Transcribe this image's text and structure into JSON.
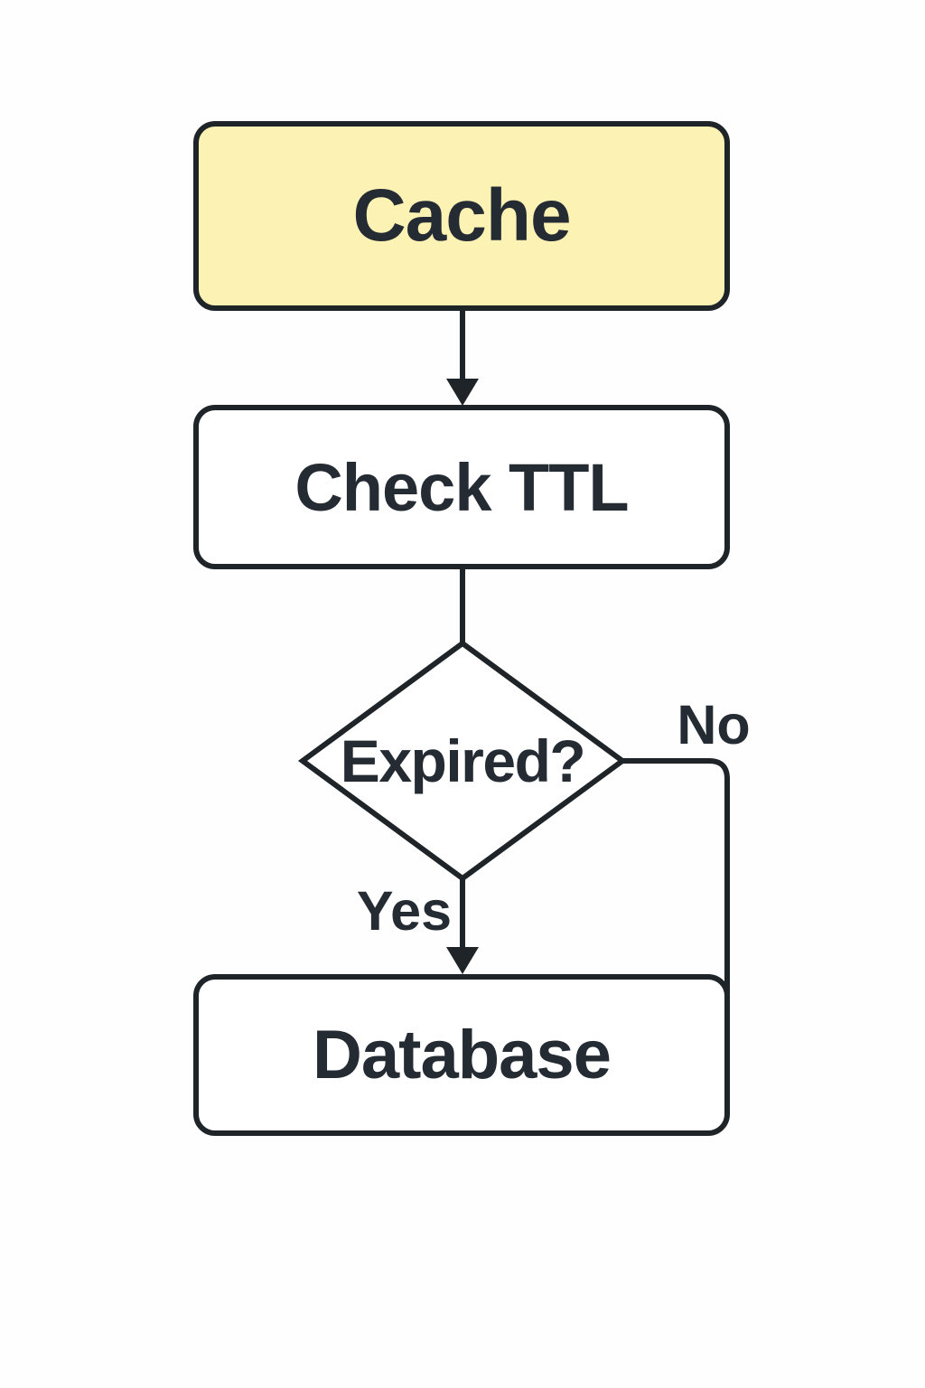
{
  "diagram": {
    "type": "flowchart",
    "direction": "top-down",
    "colors": {
      "background": "#fefefe",
      "stroke": "#1f2428",
      "text": "#252b33",
      "node_fill": "#ffffff",
      "highlight_fill": "#fcf2b4"
    },
    "nodes": [
      {
        "id": "cache",
        "label": "Cache",
        "shape": "rounded-rect",
        "highlighted": true
      },
      {
        "id": "check-ttl",
        "label": "Check TTL",
        "shape": "rounded-rect",
        "highlighted": false
      },
      {
        "id": "expired",
        "label": "Expired?",
        "shape": "diamond",
        "highlighted": false
      },
      {
        "id": "database",
        "label": "Database",
        "shape": "rounded-rect",
        "highlighted": false
      }
    ],
    "edges": [
      {
        "from": "cache",
        "to": "check-ttl",
        "label": "",
        "arrowhead": true
      },
      {
        "from": "check-ttl",
        "to": "expired",
        "label": "",
        "arrowhead": false
      },
      {
        "from": "expired",
        "to": "database",
        "label": "Yes",
        "arrowhead": true
      },
      {
        "from": "expired",
        "to": "database",
        "label": "No",
        "arrowhead": false
      }
    ]
  }
}
